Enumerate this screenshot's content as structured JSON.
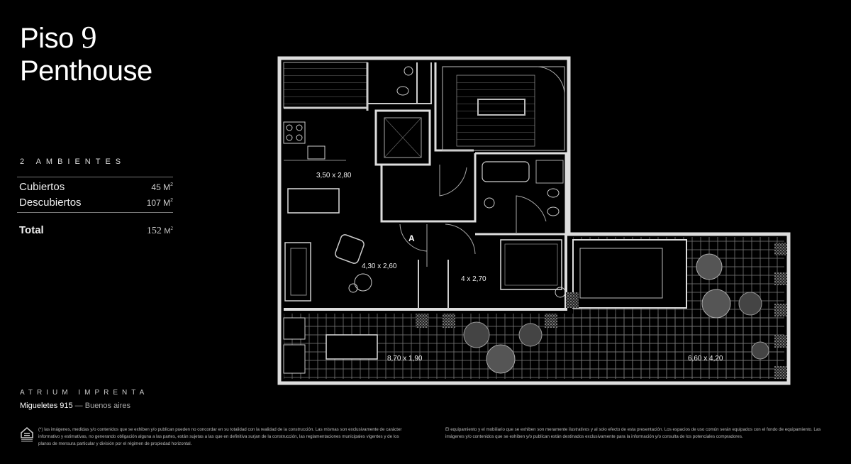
{
  "header": {
    "title_line1_word": "Piso",
    "title_line1_number": "9",
    "title_line2": "Penthouse"
  },
  "summary": {
    "ambientes": "2 AMBIENTES",
    "rows": [
      {
        "label": "Cubiertos",
        "value": "45",
        "unit": "M",
        "exp": "2"
      },
      {
        "label": "Descubiertos",
        "value": "107",
        "unit": "M",
        "exp": "2"
      }
    ],
    "total": {
      "label": "Total",
      "value": "152",
      "unit": "M",
      "exp": "2"
    }
  },
  "plan": {
    "rooms": [
      {
        "label": "3,50 x 2,80"
      },
      {
        "label": "4,30 x 2,60"
      },
      {
        "label": "4 x 2,70"
      },
      {
        "label": "8,70 x 1,90"
      },
      {
        "label": "6,60 x 4,20"
      }
    ],
    "marker": "A"
  },
  "footer": {
    "brand": "ATRIUM IMPRENTA",
    "address": "Migueletes 915",
    "separator": " — ",
    "city": "Buenos aires",
    "disclaimer_left": "(*) las imágenes, medidas y/o contenidos que se exhiben y/o publican pueden no concordar en su totalidad con la realidad de la construcción. Las mismas son exclusivamente de carácter informativo y estimativas, no generando obligación alguna a las partes, están sujetas a las que en definitiva surjan de la construcción, las reglamentaciones municipales vigentes y de los planos de mensura particular y división por el régimen de propiedad horizontal.",
    "disclaimer_right": "El equipamiento y el mobiliario que se exhiben son meramente ilustrativos y al solo efecto de esta presentación. Los espacios de uso común serán equipados con el fondo de equipamiento. Las imágenes y/o contenidos que se exhiben y/o publican están destinados exclusivamente para la información y/o consulta de los potenciales compradores."
  }
}
